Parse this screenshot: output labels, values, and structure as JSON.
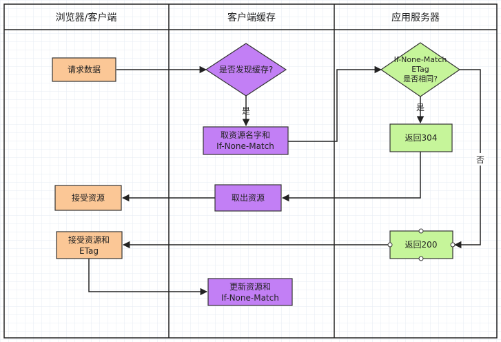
{
  "lanes": [
    {
      "title": "浏览器/客户端"
    },
    {
      "title": "客户端缓存"
    },
    {
      "title": "应用服务器"
    }
  ],
  "nodes": {
    "request_data": {
      "line1": "请求数据"
    },
    "cache_check": {
      "line1": "是否发现缓存?"
    },
    "get_resource_name": {
      "line1": "取资源名字和",
      "line2": "If-None-Match"
    },
    "etag_compare": {
      "line1": "If-None-Match",
      "line2": "ETag",
      "line3": "是否相同?"
    },
    "return_304": {
      "line1": "返回304"
    },
    "take_resource": {
      "line1": "取出资源"
    },
    "accept_resource": {
      "line1": "接受资源"
    },
    "accept_resource_etag": {
      "line1": "接受资源和",
      "line2": "ETag"
    },
    "return_200": {
      "line1": "返回200"
    },
    "update_resource": {
      "line1": "更新资源和",
      "line2": "If-None-Match"
    }
  },
  "edge_labels": {
    "yes_cache": "是",
    "yes_etag": "是",
    "no_etag": "否"
  },
  "colors": {
    "orange_fill": "#fbc796",
    "purple_fill": "#c27ff5",
    "green_fill": "#c6f59a",
    "grid": "#e9eef5",
    "stroke": "#333333"
  }
}
